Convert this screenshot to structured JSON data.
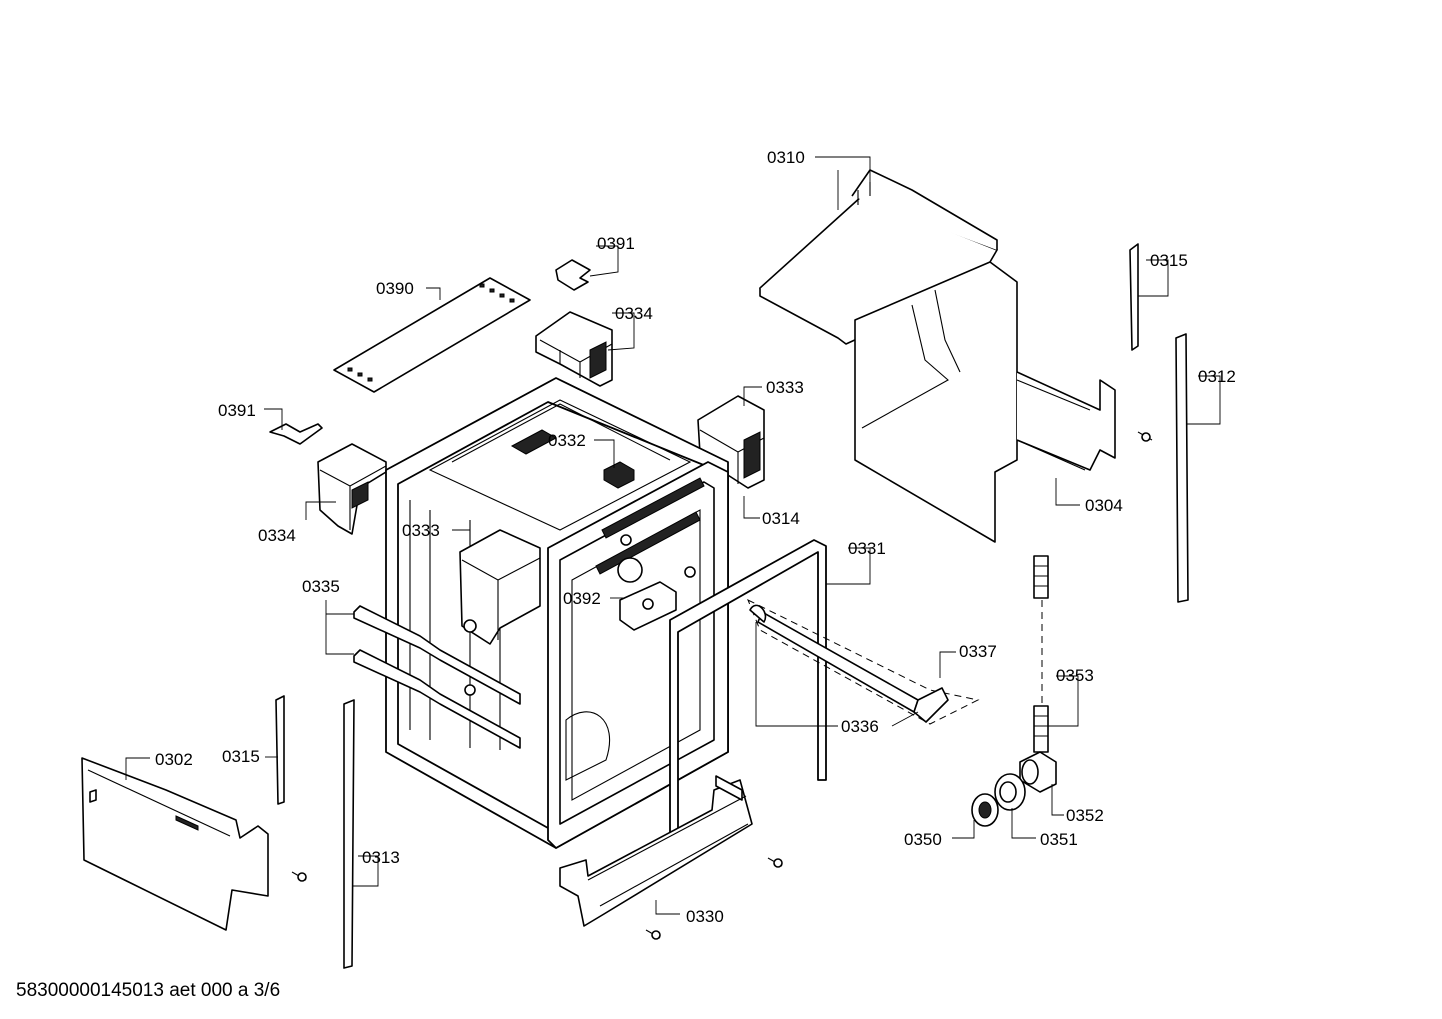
{
  "footer_code": "58300000145013 aet 000 a 3/6",
  "labels": {
    "p0310": "0310",
    "p0391a": "0391",
    "p0390": "0390",
    "p0334a": "0334",
    "p0315a": "0315",
    "p0312": "0312",
    "p0333a": "0333",
    "p0391b": "0391",
    "p0332": "0332",
    "p0304": "0304",
    "p0314": "0314",
    "p0334b": "0334",
    "p0333b": "0333",
    "p0331": "0331",
    "p0335": "0335",
    "p0392": "0392",
    "p0337": "0337",
    "p0353": "0353",
    "p0336": "0336",
    "p0302": "0302",
    "p0315b": "0315",
    "p0352": "0352",
    "p0350": "0350",
    "p0351": "0351",
    "p0313": "0313",
    "p0330": "0330"
  }
}
